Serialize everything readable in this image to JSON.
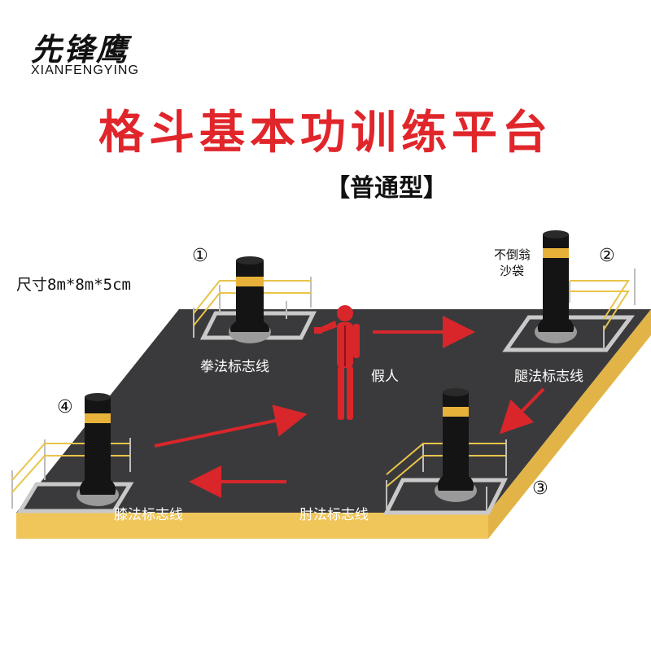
{
  "brand": {
    "name_cn": "先锋鹰",
    "name_en": "XIANFENGYING"
  },
  "title": "格斗基本功训练平台",
  "subtitle": "【普通型】",
  "size_label": "尺寸8m*8m*5cm",
  "stations": {
    "s1_number": "①",
    "s2_number": "②",
    "s3_number": "③",
    "s4_number": "④",
    "punch_line": "拳法标志线",
    "kick_line": "腿法标志线",
    "elbow_line": "肘法标志线",
    "knee_line": "膝法标志线",
    "tumbler_bag_line1": "不倒翁",
    "tumbler_bag_line2": "沙袋",
    "dummy": "假人"
  },
  "colors": {
    "title_red": "#e0262b",
    "platform_dark": "#3a3a3c",
    "platform_edge_yellow": "#f0c55a",
    "marker_line": "#c9c9c9",
    "arrow_red": "#d8262b",
    "bag_black": "#141414",
    "bag_band_yellow": "#e8b23a",
    "dummy_red": "#d8262b"
  }
}
